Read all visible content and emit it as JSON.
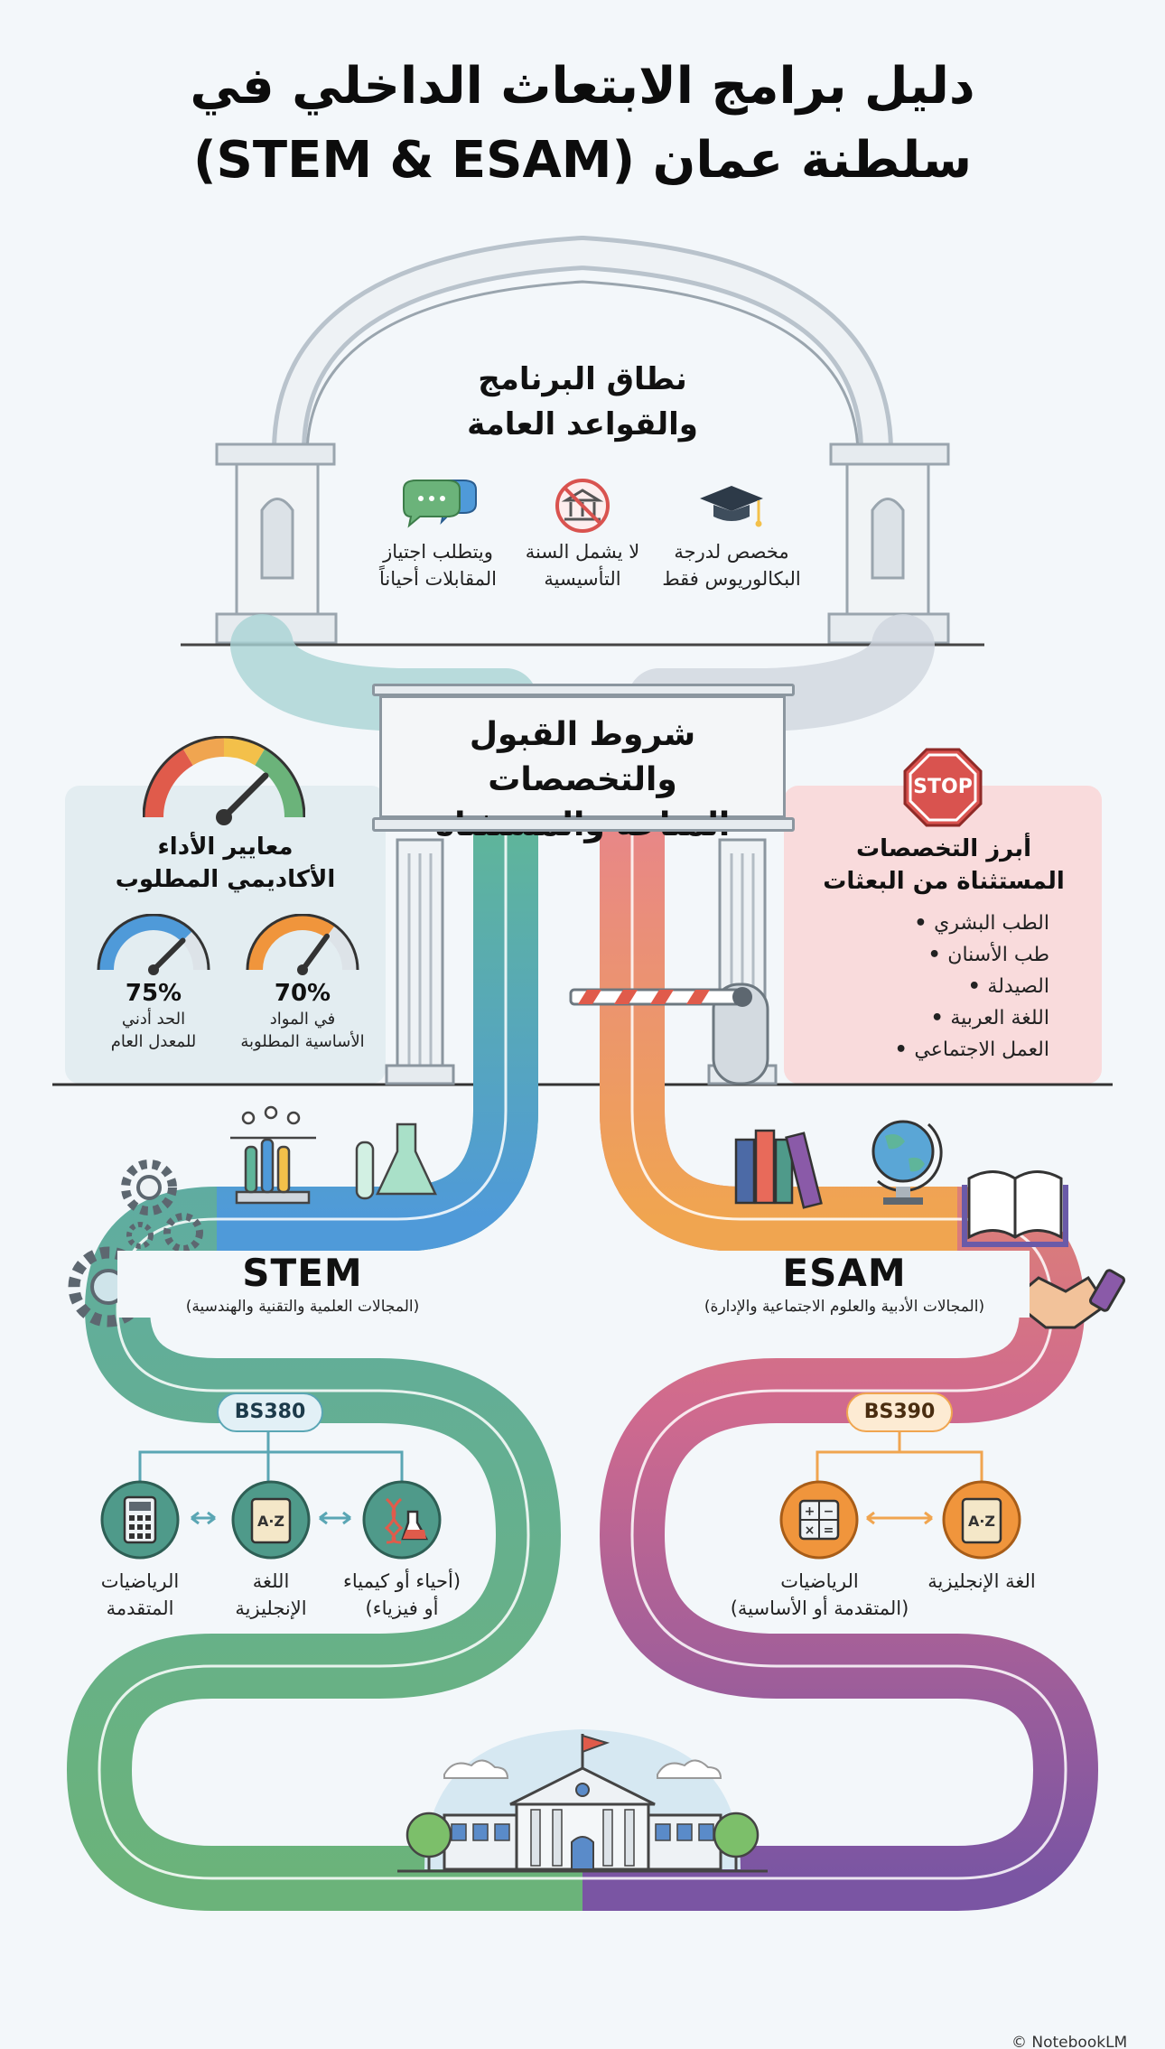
{
  "page": {
    "title_line1": "دليل برامج الابتعاث الداخلي في",
    "title_line2": "سلطنة عمان (STEM & ESAM)"
  },
  "scope": {
    "title_line1": "نطاق البرنامج",
    "title_line2": "والقواعد العامة",
    "rules": [
      {
        "icon": "graduation-cap-icon",
        "line1": "مخصص لدرجة",
        "line2": "البكالوريوس فقط"
      },
      {
        "icon": "no-foundation-icon",
        "line1": "لا يشمل السنة",
        "line2": "التأسيسية"
      },
      {
        "icon": "chat-bubbles-icon",
        "line1": "ويتطلب اجتياز",
        "line2": "المقابلات أحياناً"
      }
    ]
  },
  "admission": {
    "title_line1": "شروط القبول والتخصصات",
    "title_line2": "المتاحة والمستثناة"
  },
  "performance": {
    "title_line1": "معايير الأداء",
    "title_line2": "الأكاديمي المطلوب",
    "gauges": [
      {
        "value": "70%",
        "percent": 70,
        "color": "#f0953c",
        "line1": "في المواد",
        "line2": "الأساسية المطلوبة"
      },
      {
        "value": "75%",
        "percent": 75,
        "color": "#4f9ad9",
        "line1": "الحد أدني",
        "line2": "للمعدل العام"
      }
    ]
  },
  "excluded": {
    "stop_label": "STOP",
    "title_line1": "أبرز التخصصات",
    "title_line2": "المستثناة من البعثات",
    "items": [
      "الطب البشري",
      "طب الأسنان",
      "الصيدلة",
      "اللغة العربية",
      "العمل الاجتماعي"
    ]
  },
  "stem": {
    "title": "STEM",
    "subtitle": "(المجالات العلمية والتقنية والهندسية)",
    "code": "BS380",
    "subjects": [
      {
        "icon": "dna-flask-icon",
        "line1": "(أحياء أو كيمياء",
        "line2": "أو فيزياء)"
      },
      {
        "icon": "dictionary-icon",
        "line1": "اللغة",
        "line2": "الإنجليزية"
      },
      {
        "icon": "calculator-icon",
        "line1": "الرياضيات",
        "line2": "المتقدمة"
      }
    ]
  },
  "esam": {
    "title": "ESAM",
    "subtitle": "(المجالات الأدبية والعلوم الاجتماعية والإدارة)",
    "code": "BS390",
    "subjects": [
      {
        "icon": "dictionary-icon",
        "line1": "الغة الإنجليزية",
        "line2": ""
      },
      {
        "icon": "math-symbols-icon",
        "line1": "الرياضيات",
        "line2": "(المتقدمة أو الأساسية)"
      }
    ]
  },
  "colors": {
    "stem_blue": "#4f9ad9",
    "stem_teal": "#5aa9a5",
    "stem_green": "#6bb37a",
    "esam_orange": "#f0a550",
    "esam_pink": "#e07f8a",
    "esam_purple": "#7a55a3",
    "excluded_panel": "#f9dbdc",
    "performance_panel": "#e3edf1"
  },
  "footer": {
    "credit": "© NotebookLM"
  }
}
